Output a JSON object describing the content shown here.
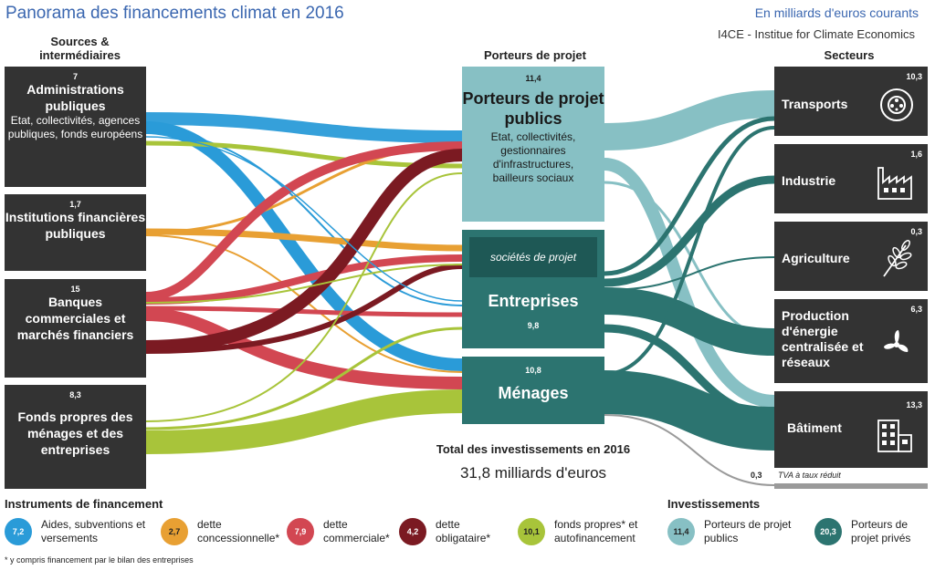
{
  "header": {
    "title": "Panorama des financements climat en 2016",
    "units": "En milliards d'euros courants",
    "organization": "I4CE - Institue for Climate Economics"
  },
  "columns": {
    "sources": "Sources & intermédiaires",
    "carriers": "Porteurs de projet",
    "sectors": "Secteurs"
  },
  "sources": [
    {
      "value": "7",
      "title": "Administrations publiques",
      "subtitle": "Etat, collectivités, agences publiques, fonds européens"
    },
    {
      "value": "1,7",
      "title": "Institutions financières publiques",
      "subtitle": ""
    },
    {
      "value": "15",
      "title": "Banques commerciales et marchés financiers",
      "subtitle": ""
    },
    {
      "value": "8,3",
      "title": "Fonds propres des ménages et des entreprises",
      "subtitle": ""
    }
  ],
  "carriers": {
    "public": {
      "value": "11,4",
      "title": "Porteurs de projet publics",
      "subtitle": "Etat, collectivités, gestionnaires d'infrastructures, bailleurs sociaux"
    },
    "spv": {
      "title": "sociétés de projet"
    },
    "companies": {
      "value": "9,8",
      "title": "Entreprises"
    },
    "households": {
      "value": "10,8",
      "title": "Ménages"
    }
  },
  "total": {
    "label": "Total des investissements en 2016",
    "value": "31,8 milliards d'euros"
  },
  "sectors": [
    {
      "value": "10,3",
      "name": "Transports",
      "icon": "transport-icon"
    },
    {
      "value": "1,6",
      "name": "Industrie",
      "icon": "factory-icon"
    },
    {
      "value": "0,3",
      "name": "Agriculture",
      "icon": "wheat-icon"
    },
    {
      "value": "6,3",
      "name": "Production d'énergie centralisée et réseaux",
      "icon": "wind-turbine-icon"
    },
    {
      "value": "13,3",
      "name": "Bâtiment",
      "icon": "building-icon"
    }
  ],
  "vat": {
    "value": "0,3",
    "label": "TVA à taux réduit"
  },
  "legend_instruments": {
    "title": "Instruments de financement",
    "items": [
      {
        "value": "7,2",
        "label": "Aides, subventions et versements",
        "color": "#2a9bd8"
      },
      {
        "value": "2,7",
        "label": "dette concessionnelle*",
        "color": "#e8a033"
      },
      {
        "value": "7,9",
        "label": "dette commerciale*",
        "color": "#d24752"
      },
      {
        "value": "4,2",
        "label": "dette obligataire*",
        "color": "#7b1a22"
      },
      {
        "value": "10,1",
        "label": "fonds propres* et autofinancement",
        "color": "#a8c43a"
      }
    ]
  },
  "legend_investments": {
    "title": "Investissements",
    "items": [
      {
        "value": "11,4",
        "label": "Porteurs de projet publics",
        "color": "#87c0c4"
      },
      {
        "value": "20,3",
        "label": "Porteurs de projet privés",
        "color": "#2c7470"
      }
    ]
  },
  "footnote": "* y compris financement par le bilan des entreprises",
  "colors": {
    "dark_node": "#333333",
    "public_carrier": "#87c0c4",
    "private_carrier": "#2c7470",
    "spv": "#1e5855",
    "vat_bar": "#9a9a9a",
    "title_blue": "#3b67b0"
  }
}
